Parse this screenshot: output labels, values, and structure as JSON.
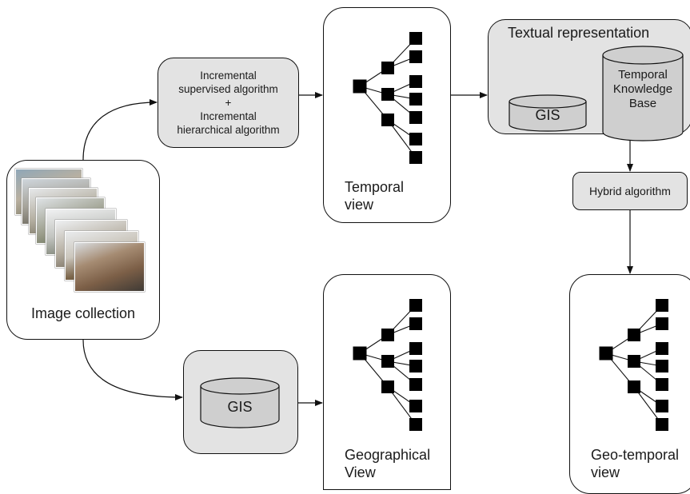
{
  "nodes": {
    "algorithms": {
      "line1": "Incremental",
      "line2": "supervised algorithm",
      "line3": "+",
      "line4": "Incremental",
      "line5": "hierarchical algorithm"
    },
    "temporal_view": {
      "line1": "Temporal",
      "line2": "view"
    },
    "textual_representation": {
      "title": "Textual representation",
      "gis_label": "GIS",
      "kb_line1": "Temporal",
      "kb_line2": "Knowledge",
      "kb_line3": "Base"
    },
    "image_collection": {
      "label": "Image collection"
    },
    "hybrid_algorithm": {
      "label": "Hybrid algorithm"
    },
    "gis": {
      "label": "GIS"
    },
    "geographical_view": {
      "line1": "Geographical",
      "line2": "View"
    },
    "geo_temporal_view": {
      "line1": "Geo-temporal",
      "line2": "view"
    }
  },
  "colors": {
    "panel_fill": "#e3e3e3",
    "cylinder_fill": "#cfcfcf",
    "stroke": "#111111"
  }
}
